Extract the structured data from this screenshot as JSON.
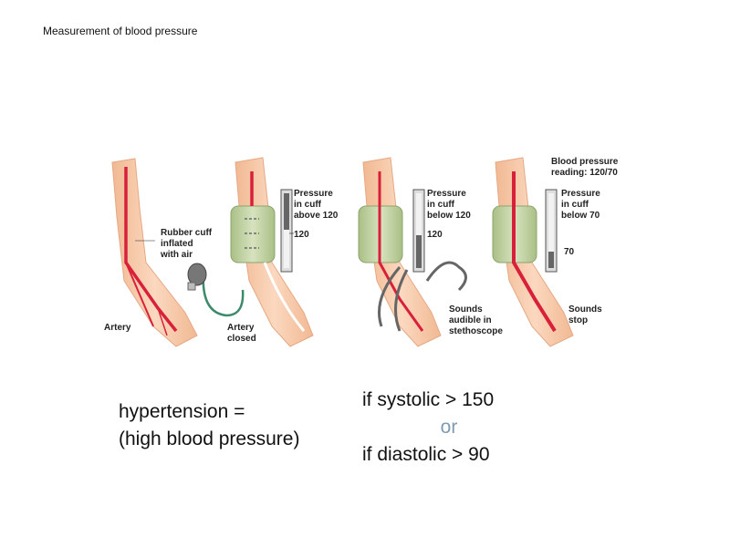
{
  "slide": {
    "title": "Measurement of blood pressure"
  },
  "figure": {
    "panel1": {
      "cuff_label": [
        "Rubber cuff",
        "inflated",
        "with air"
      ],
      "artery_label": "Artery"
    },
    "panel2": {
      "gauge_label": [
        "Pressure",
        "in cuff",
        "above 120"
      ],
      "gauge_value": "120",
      "artery_label": [
        "Artery",
        "closed"
      ]
    },
    "panel3": {
      "gauge_label": [
        "Pressure",
        "in cuff",
        "below 120"
      ],
      "gauge_value": "120",
      "sound_label": [
        "Sounds",
        "audible in",
        "stethoscope"
      ]
    },
    "panel4": {
      "reading_label": [
        "Blood pressure",
        "reading: 120/70"
      ],
      "gauge_label": [
        "Pressure",
        "in cuff",
        "below 70"
      ],
      "gauge_value": "70",
      "sound_label": [
        "Sounds",
        "stop"
      ]
    }
  },
  "definition": {
    "term_line1": "hypertension =",
    "term_line2": "(high blood pressure)",
    "cond_systolic": "if systolic > 150",
    "connector": "or",
    "cond_diastolic": "if diastolic > 90"
  },
  "colors": {
    "skin": "#f5c7a8",
    "artery": "#d8203a",
    "cuff": "#c6d6a6",
    "connector": "#7f9bb3"
  }
}
